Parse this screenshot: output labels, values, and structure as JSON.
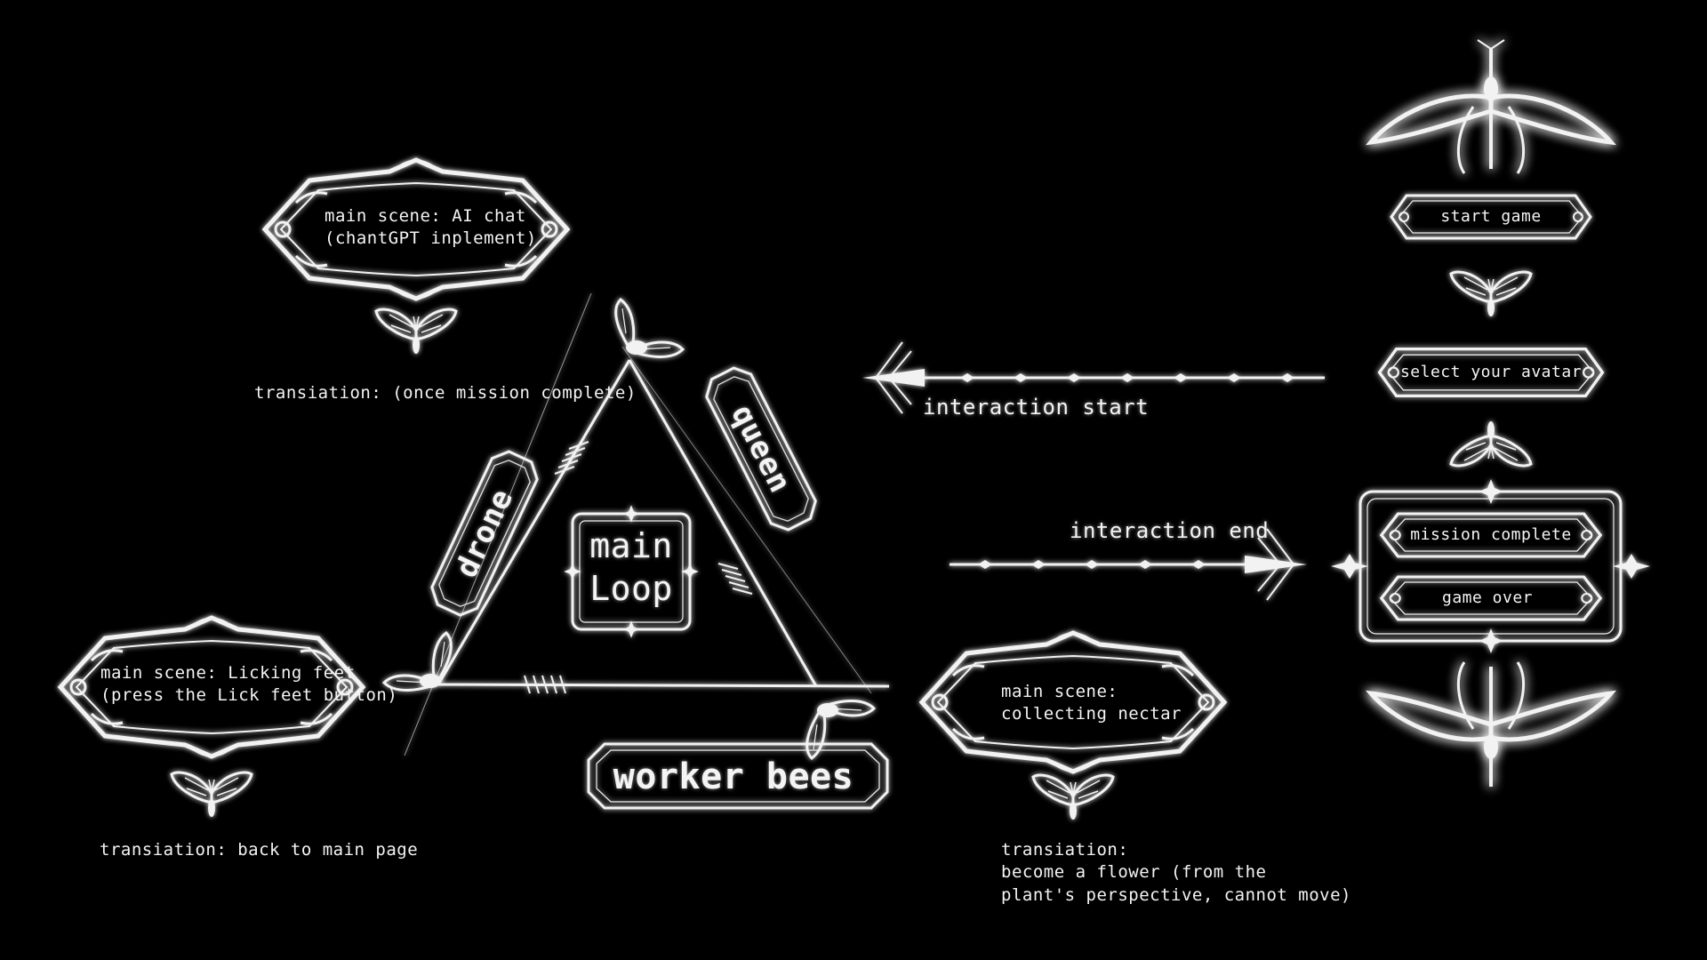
{
  "frame": {
    "bg": "#000000",
    "stroke": "#f2f2f2",
    "glow": "#ffffff"
  },
  "scenes": {
    "ai_chat": {
      "line1": "main scene: AI chat",
      "line2": "(chantGPT inplement)"
    },
    "licking_feet": {
      "line1": "main scene: Licking feet",
      "line2": "(press the Lick feet button)"
    },
    "collecting_nectar": {
      "line1": "main scene:",
      "line2": "collecting nectar"
    }
  },
  "transitions": {
    "ai_chat": "transiation: (once mission complete)",
    "licking_feet": "transiation: back to main page",
    "collecting_nectar": {
      "line1": "transiation:",
      "line2": "become a flower (from the",
      "line3": "plant's perspective, cannot move)"
    }
  },
  "loop": {
    "center_line1": "main",
    "center_line2": "Loop",
    "drone": "drone",
    "queen": "queen",
    "worker": "worker bees"
  },
  "arrows": {
    "start": "interaction start",
    "end": "interaction end"
  },
  "menu": {
    "start_game": "start game",
    "select_avatar": "select your avatar",
    "mission_complete": "mission complete",
    "game_over": "game over"
  },
  "icons": [
    "moth-icon",
    "butterfly-icon",
    "ornate-frame",
    "arrow-left-icon",
    "arrow-right-icon",
    "diamond-ornament-icon"
  ]
}
